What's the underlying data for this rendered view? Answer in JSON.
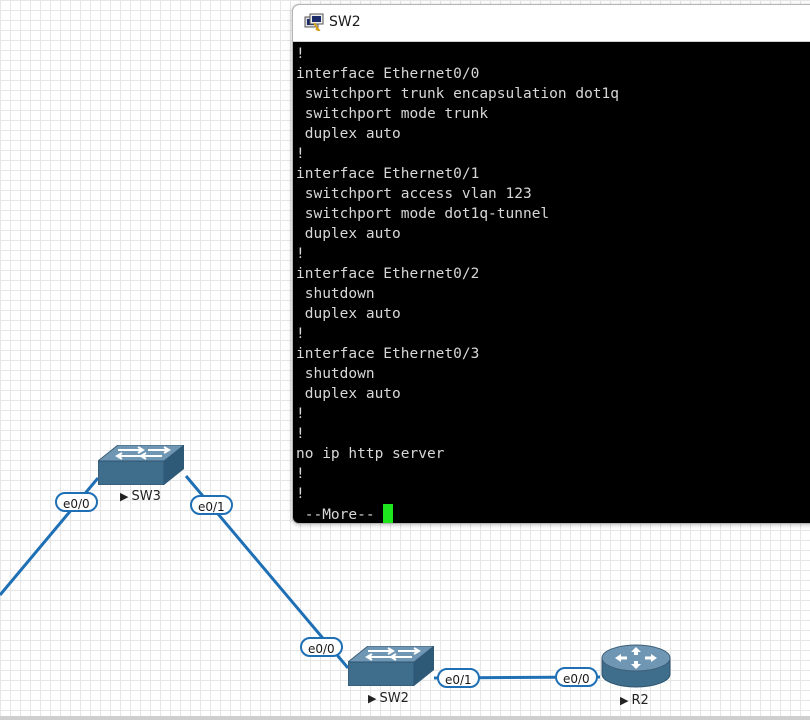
{
  "window": {
    "title": "SW2",
    "terminal_lines": [
      "!",
      "interface Ethernet0/0",
      " switchport trunk encapsulation dot1q",
      " switchport mode trunk",
      " duplex auto",
      "!",
      "interface Ethernet0/1",
      " switchport access vlan 123",
      " switchport mode dot1q-tunnel",
      " duplex auto",
      "!",
      "interface Ethernet0/2",
      " shutdown",
      " duplex auto",
      "!",
      "interface Ethernet0/3",
      " shutdown",
      " duplex auto",
      "!",
      "!",
      "no ip http server",
      "!",
      "!"
    ],
    "more_prompt": " --More-- "
  },
  "topology": {
    "devices": [
      {
        "id": "sw3",
        "label": "SW3",
        "type": "switch",
        "icon": "switch-icon"
      },
      {
        "id": "sw2",
        "label": "SW2",
        "type": "switch",
        "icon": "switch-icon"
      },
      {
        "id": "r2",
        "label": "R2",
        "type": "router",
        "icon": "router-icon"
      }
    ],
    "ports": {
      "sw3_e00": "e0/0",
      "sw3_e01": "e0/1",
      "sw2_e00": "e0/0",
      "sw2_e01": "e0/1",
      "r2_e00": "e0/0"
    },
    "link_color": "#1f6fb5",
    "status_icon": "play-triangle-icon"
  }
}
